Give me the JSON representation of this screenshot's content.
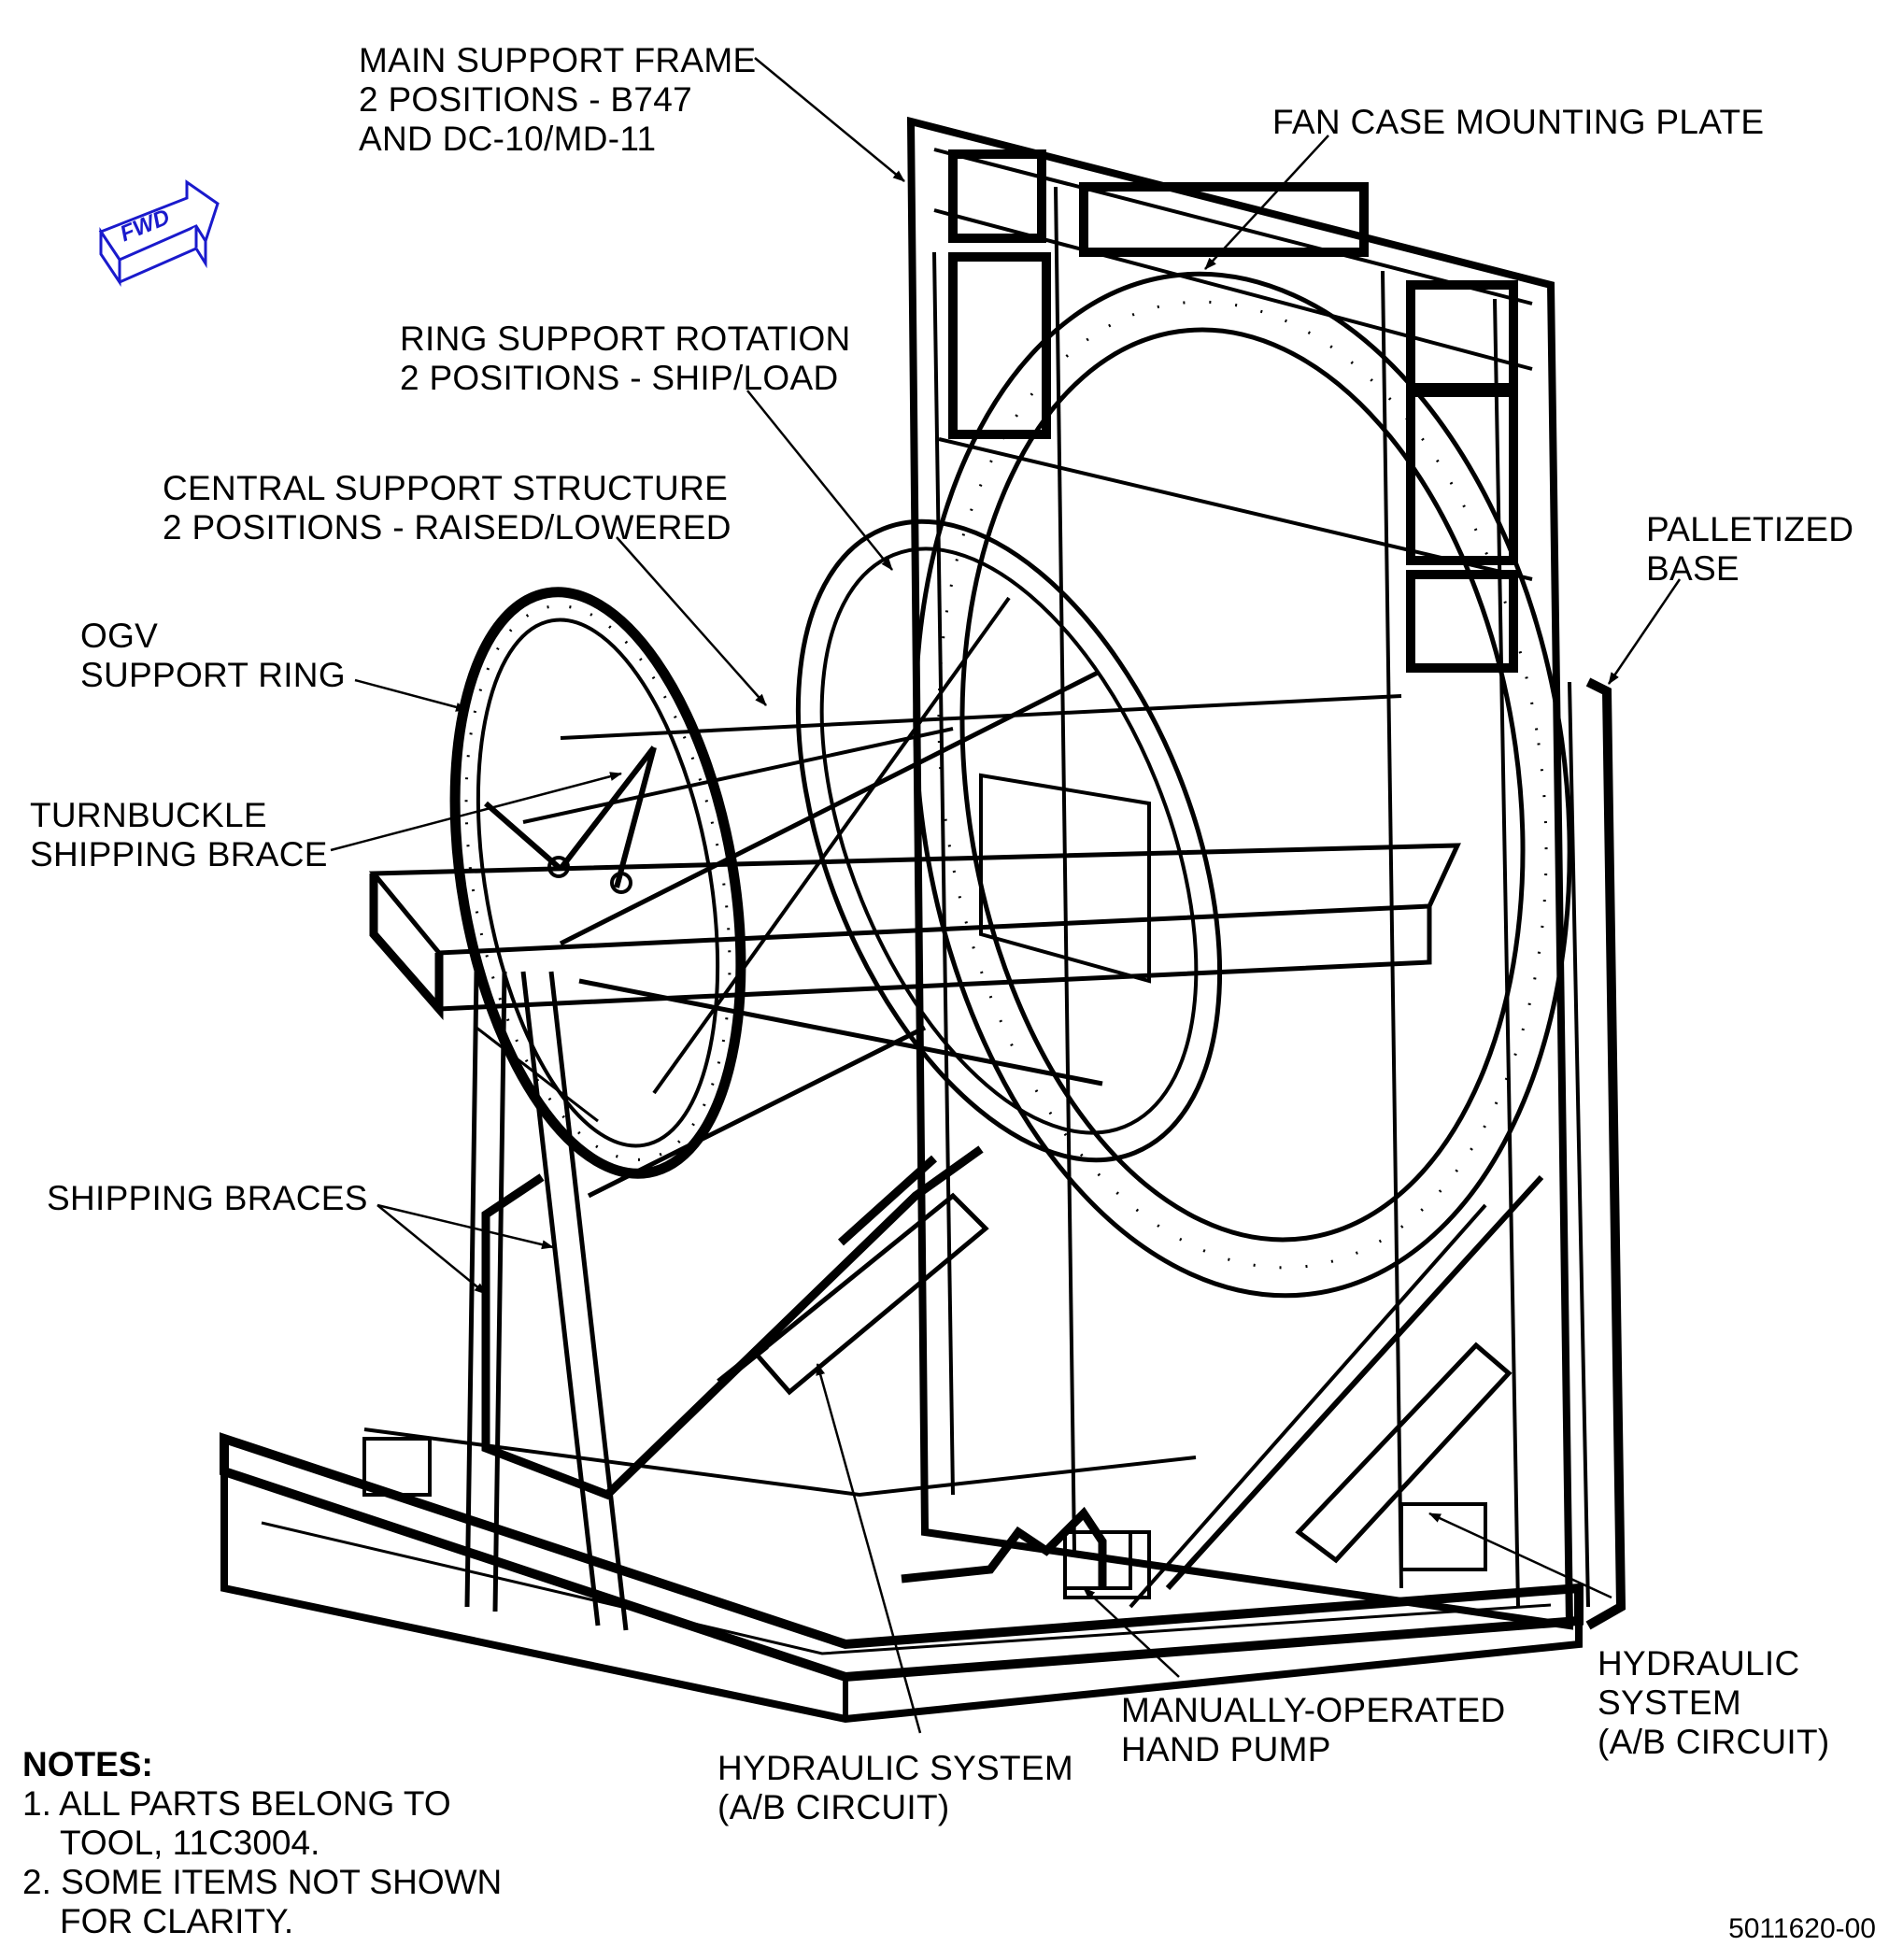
{
  "colors": {
    "ink": "#000000",
    "paper": "#ffffff",
    "fwd_arrow": "#1a1acc"
  },
  "fwd_arrow": {
    "icon": "fwd-direction-arrow-icon",
    "label": "FWD"
  },
  "callouts": {
    "main_support_frame": [
      "MAIN SUPPORT FRAME",
      "2 POSITIONS - B747",
      "AND DC-10/MD-11"
    ],
    "fan_case_mounting_plate": [
      "FAN CASE MOUNTING PLATE"
    ],
    "ring_support_rotation": [
      "RING SUPPORT ROTATION",
      "2 POSITIONS - SHIP/LOAD"
    ],
    "central_support_structure": [
      "CENTRAL SUPPORT STRUCTURE",
      "2 POSITIONS - RAISED/LOWERED"
    ],
    "palletized_base": [
      "PALLETIZED",
      "BASE"
    ],
    "ogv_support_ring": [
      "OGV",
      "SUPPORT RING"
    ],
    "turnbuckle_shipping_brace": [
      "TURNBUCKLE",
      "SHIPPING BRACE"
    ],
    "shipping_braces": [
      "SHIPPING BRACES"
    ],
    "hydraulic_system_left": [
      "HYDRAULIC SYSTEM",
      "(A/B CIRCUIT)"
    ],
    "manually_operated_hand_pump": [
      "MANUALLY-OPERATED",
      "HAND PUMP"
    ],
    "hydraulic_system_right": [
      "HYDRAULIC",
      "SYSTEM",
      "(A/B CIRCUIT)"
    ]
  },
  "notes": {
    "title": "NOTES:",
    "items": [
      "1. ALL PARTS BELONG TO",
      "TOOL, 11C3004.",
      "2. SOME ITEMS NOT SHOWN",
      "FOR CLARITY."
    ]
  },
  "document_number": "5011620-00"
}
